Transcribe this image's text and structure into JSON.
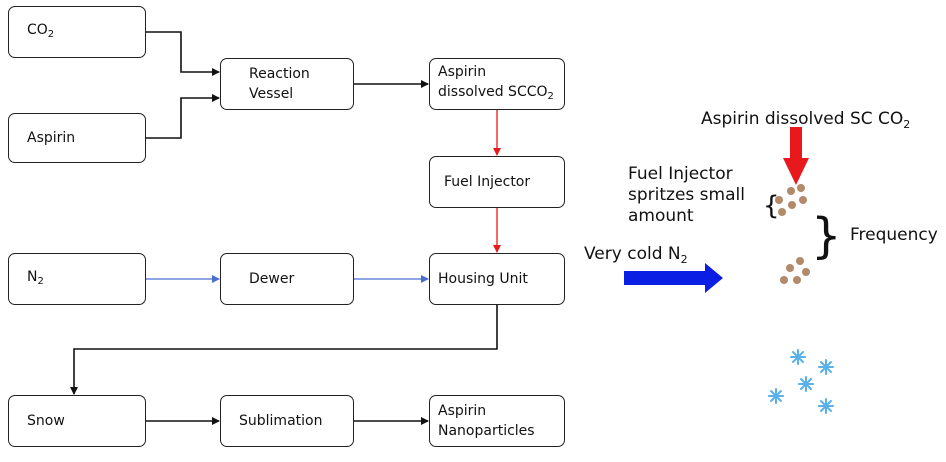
{
  "flow": {
    "co2": {
      "main": "CO",
      "sub": "2"
    },
    "aspirin": "Aspirin",
    "reaction_vessel": [
      "Reaction",
      "Vessel"
    ],
    "aspirin_sc": {
      "line1": "Aspirin",
      "line2_main": "dissolved SCCO",
      "line2_sub": "2"
    },
    "fuel_injector": "Fuel Injector",
    "n2": {
      "main": "N",
      "sub": "2"
    },
    "dewer": "Dewer",
    "housing_unit": "Housing Unit",
    "snow": "Snow",
    "sublimation": "Sublimation",
    "nanoparticles": [
      "Aspirin",
      "Nanoparticles"
    ]
  },
  "illustration": {
    "top_label_main": "Aspirin dissolved SC CO",
    "top_label_sub": "2",
    "injector_label": [
      "Fuel Injector",
      "spritzes small",
      "amount"
    ],
    "cold_label_main": "Very cold N",
    "cold_label_sub": "2",
    "frequency_label": "Frequency"
  },
  "colors": {
    "black_arrow": "#111111",
    "red_arrow": "#e8191c",
    "blue_arrow": "#4a6fd0",
    "big_blue_arrow": "#0b1ee3",
    "particle": "#b08a6a",
    "snowflake": "#5ab0e8"
  }
}
